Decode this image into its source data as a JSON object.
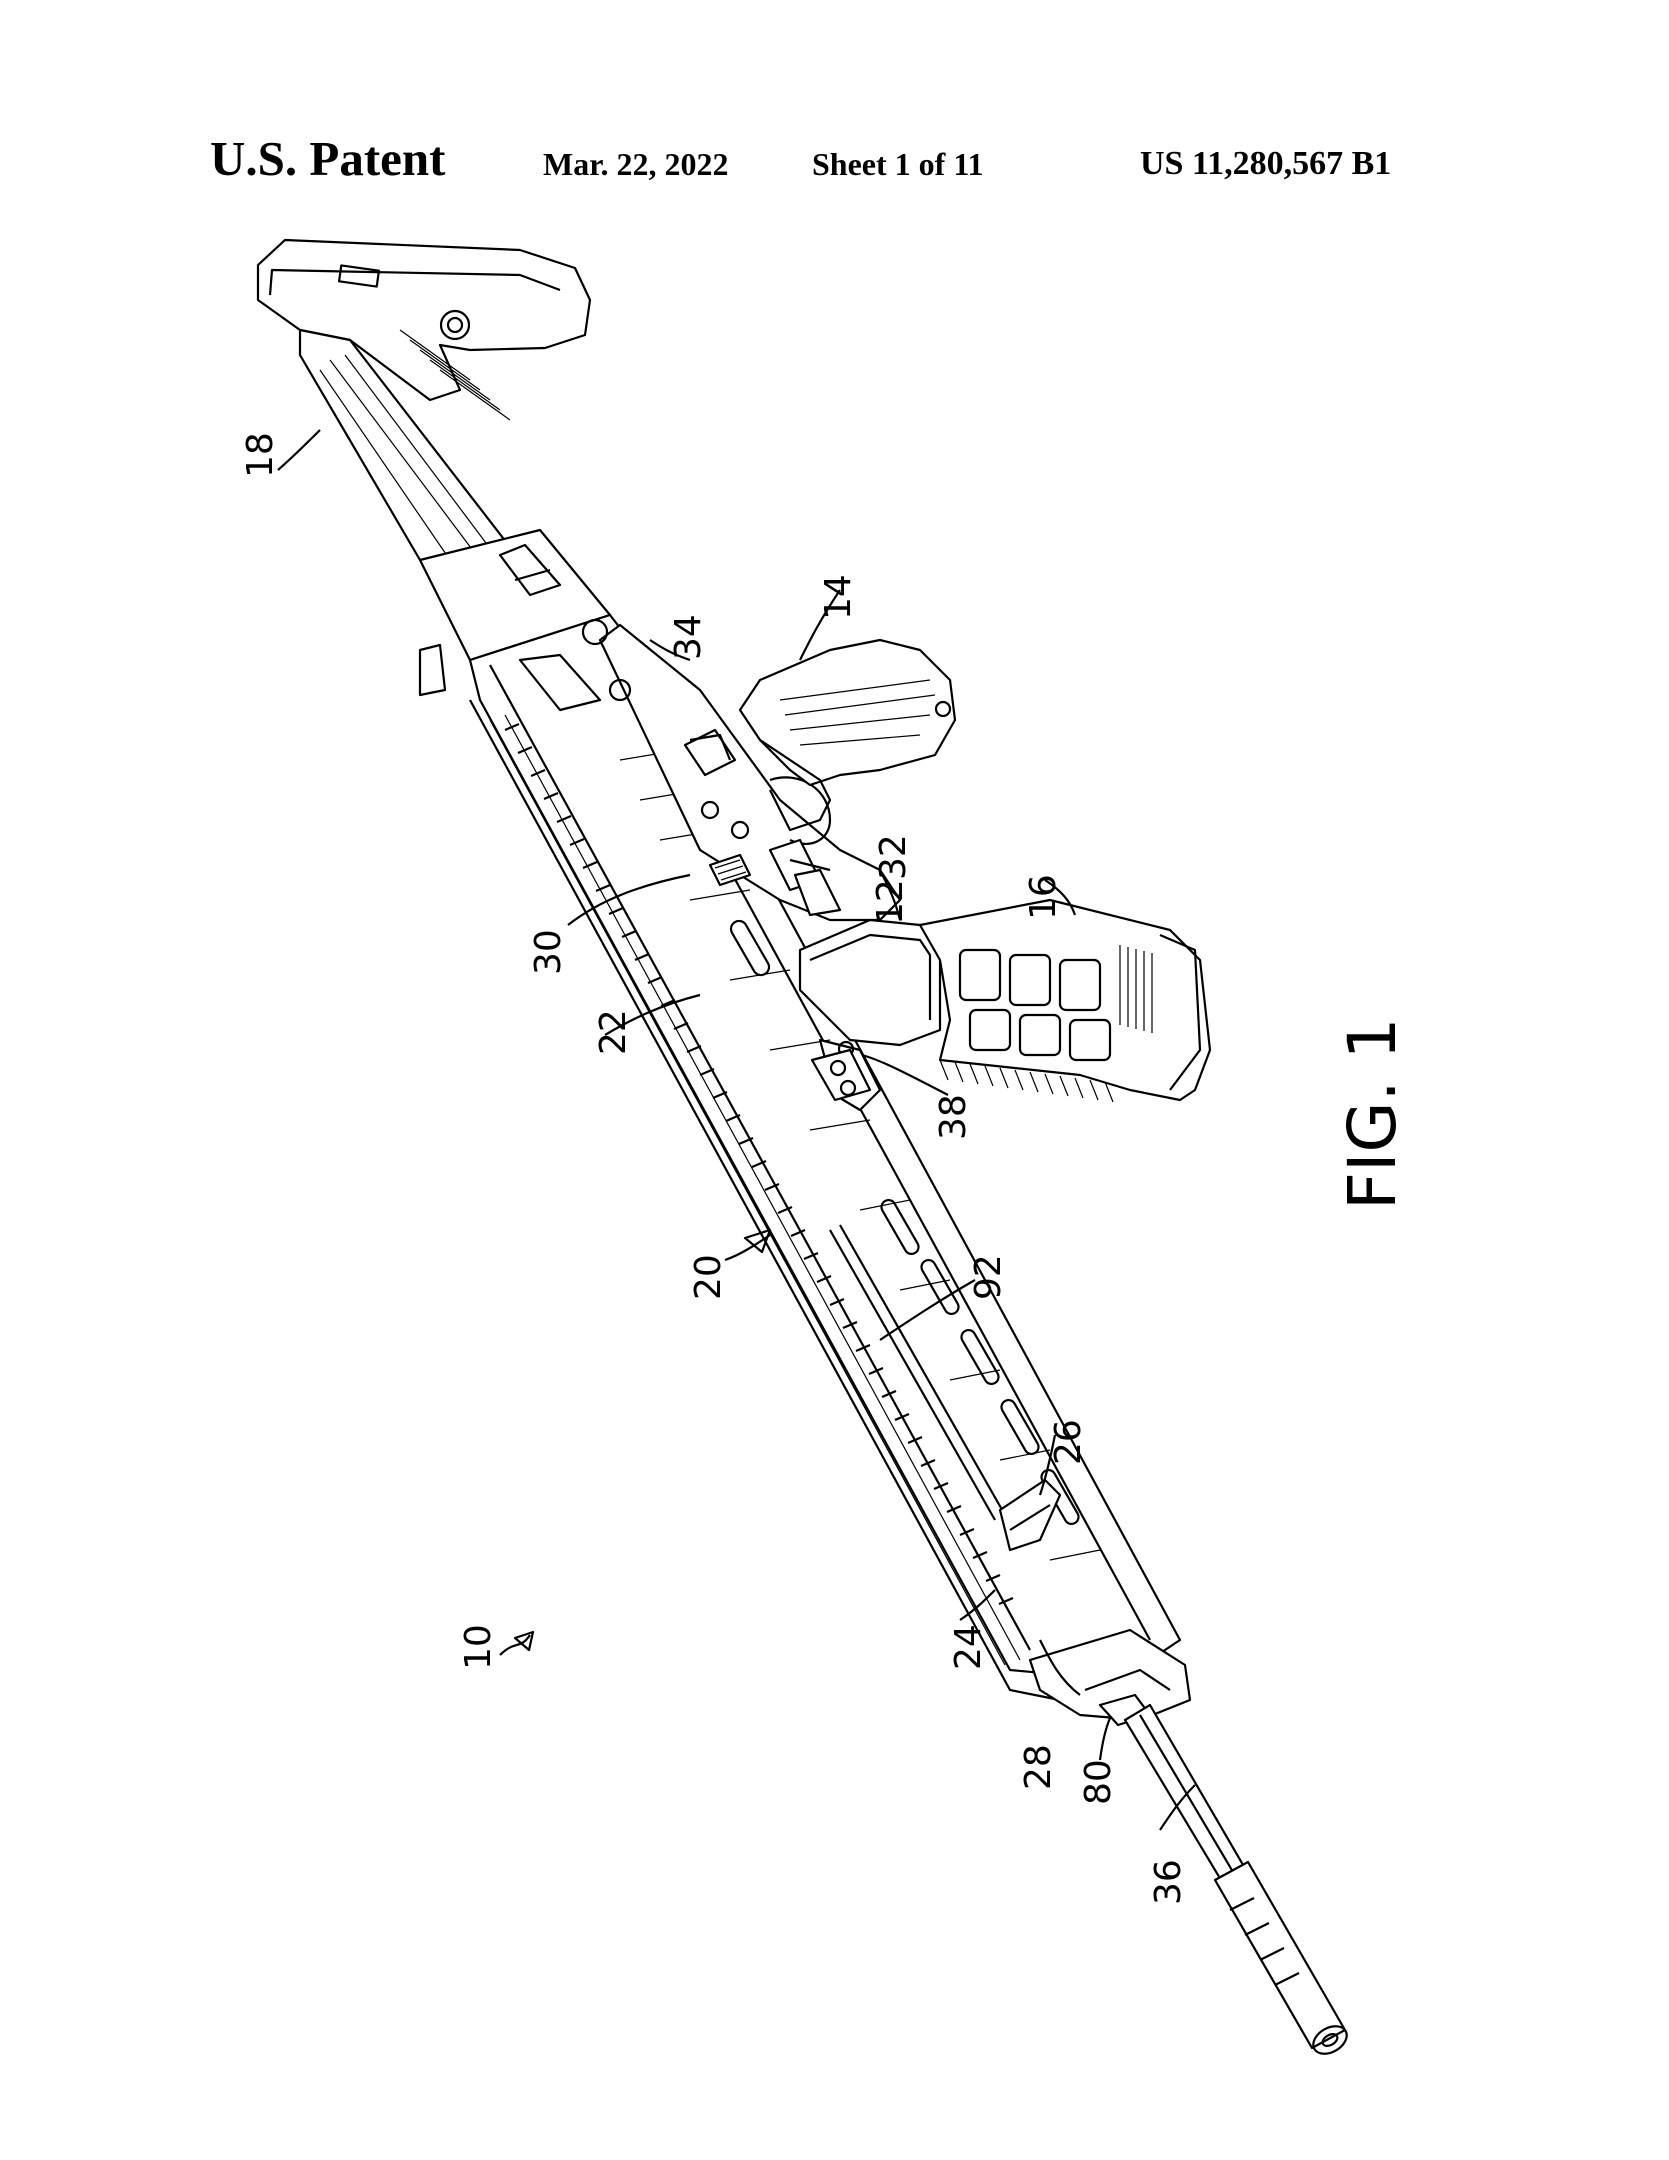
{
  "header": {
    "title": "U.S. Patent",
    "date": "Mar. 22, 2022",
    "sheet": "Sheet 1 of 11",
    "patent_number": "US 11,280,567 B1"
  },
  "figure": {
    "label": "FIG. 1",
    "reference_numerals": [
      "10",
      "12",
      "14",
      "16",
      "18",
      "20",
      "22",
      "24",
      "26",
      "28",
      "30",
      "32",
      "34",
      "36",
      "38",
      "80",
      "92"
    ]
  }
}
